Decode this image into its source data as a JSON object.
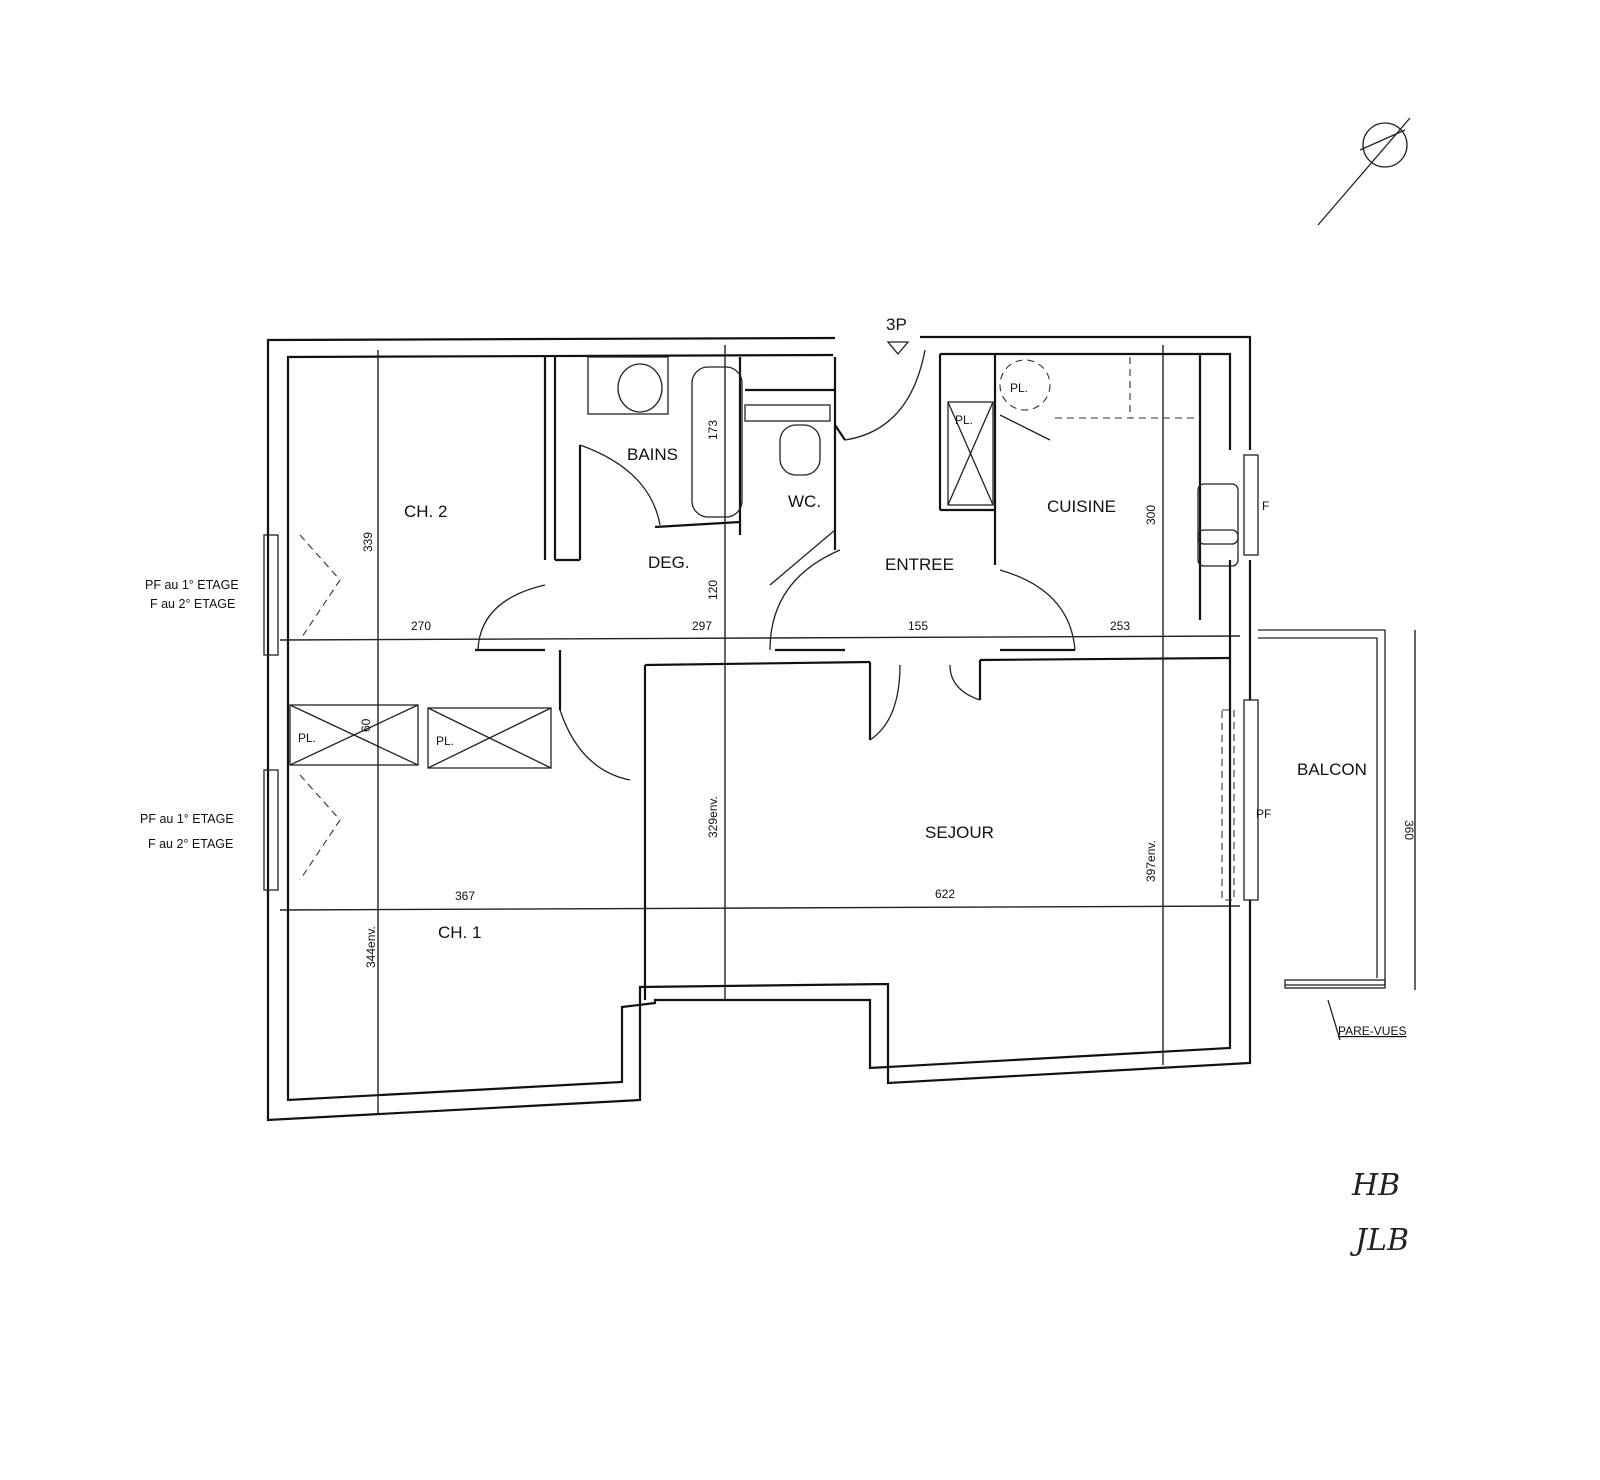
{
  "plan": {
    "type_label": "3P",
    "rooms": {
      "ch2": "CH. 2",
      "bains": "BAINS",
      "wc": "WC.",
      "deg": "DEG.",
      "entree": "ENTREE",
      "cuisine": "CUISINE",
      "sejour": "SEJOUR",
      "ch1": "CH. 1",
      "balcon": "BALCON"
    },
    "fixtures": {
      "placard": "PL.",
      "fenetre": "F",
      "porte_fenetre": "PF",
      "pare_vues": "PARE-VUES"
    },
    "window_notes": {
      "line1": "PF au 1° ETAGE",
      "line2": "F au 2° ETAGE"
    },
    "dimensions": {
      "ch2_height": "339",
      "bath_length": "173",
      "deg_depth": "120",
      "cuisine_height": "300",
      "ch2_width": "270",
      "deg_width": "297",
      "entree_width": "155",
      "cuisine_width": "253",
      "placard_depth": "60",
      "sejour_height_left": "329env.",
      "sejour_height_right": "397env.",
      "ch1_height": "344env.",
      "ch1_width": "367",
      "sejour_width": "622",
      "balcon_length": "360"
    },
    "signature": {
      "line1": "HB",
      "line2": "JLB"
    }
  }
}
